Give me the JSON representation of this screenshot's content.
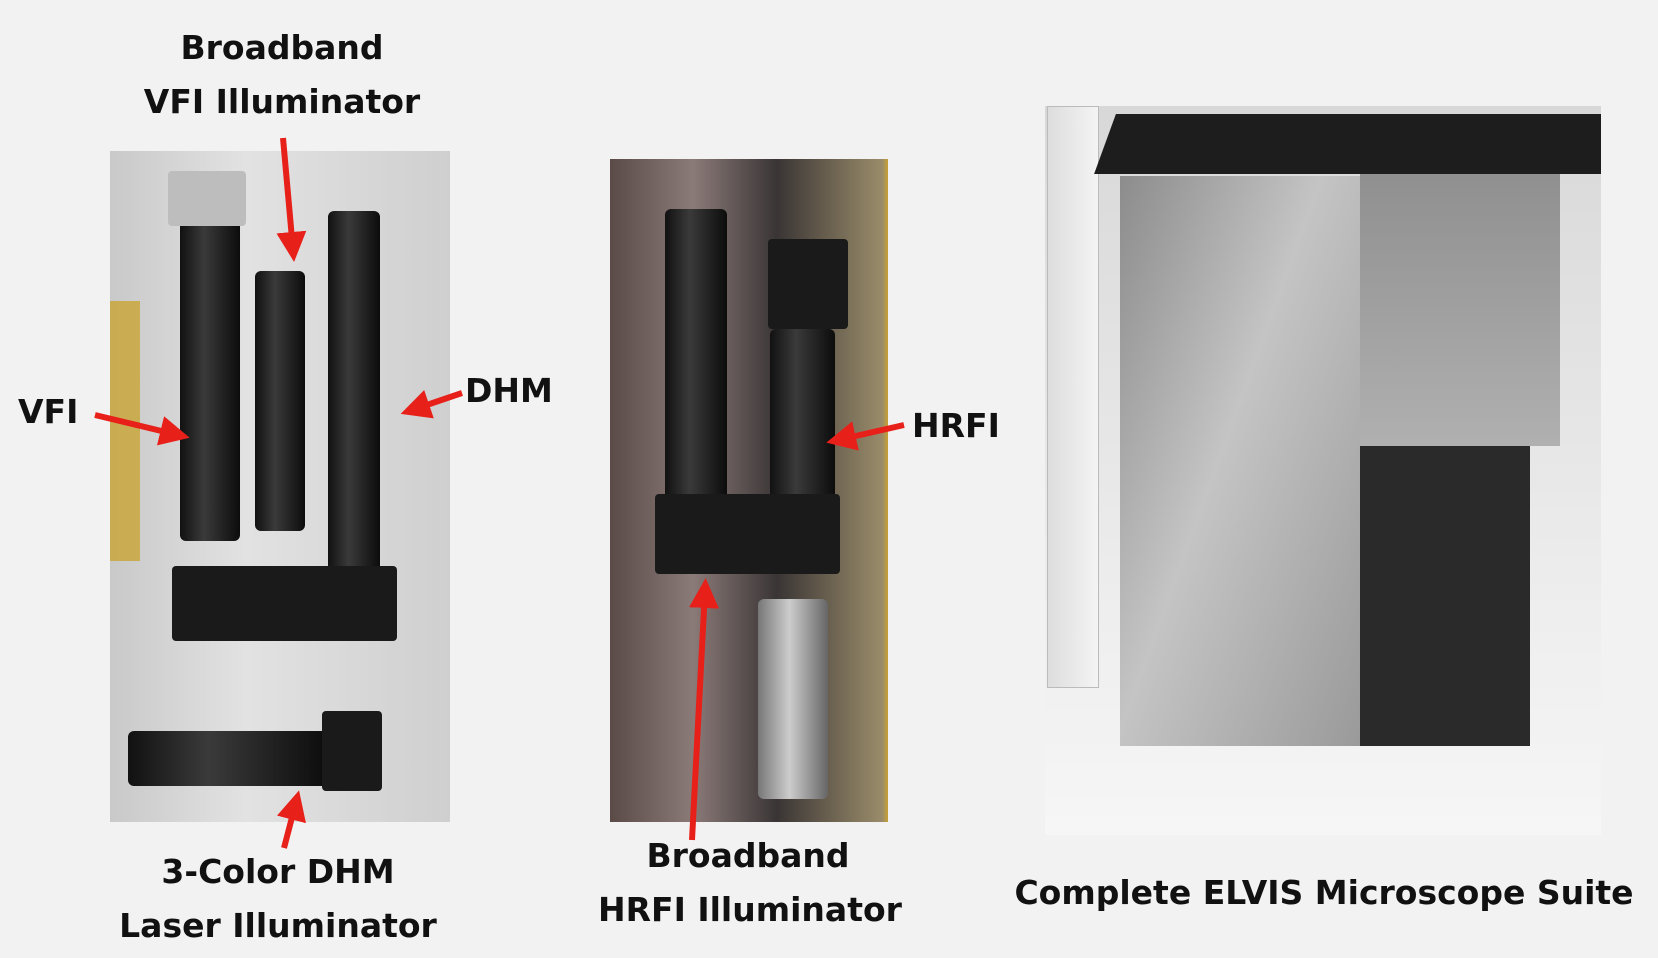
{
  "panels": {
    "left": {
      "labels": {
        "broadband_vfi_line1": "Broadband",
        "broadband_vfi_line2": "VFI Illuminator",
        "vfi": "VFI",
        "dhm": "DHM",
        "laser_line1": "3-Color DHM",
        "laser_line2": "Laser Illuminator"
      }
    },
    "middle": {
      "labels": {
        "hrfi": "HRFI",
        "broadband_hrfi_line1": "Broadband",
        "broadband_hrfi_line2": "HRFI Illuminator"
      }
    },
    "right": {
      "caption": "Complete ELVIS Microscope Suite"
    }
  },
  "colors": {
    "arrow": "#e8201a",
    "background": "#f2f2f2",
    "text": "#111111"
  }
}
